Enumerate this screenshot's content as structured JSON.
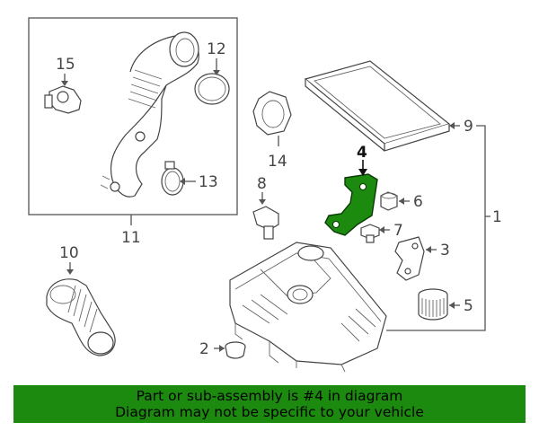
{
  "callouts": {
    "c1": "1",
    "c2": "2",
    "c3": "3",
    "c4": "4",
    "c5": "5",
    "c6": "6",
    "c7": "7",
    "c8": "8",
    "c9": "9",
    "c10": "10",
    "c11": "11",
    "c12": "12",
    "c13": "13",
    "c14": "14",
    "c15": "15"
  },
  "highlight": {
    "part_number": "4",
    "color": "#1c8a0e"
  },
  "banner": {
    "line1": "Part or sub-assembly is #4 in diagram",
    "line2": "Diagram may not be specific to your vehicle",
    "color": "#1c8a0e"
  }
}
